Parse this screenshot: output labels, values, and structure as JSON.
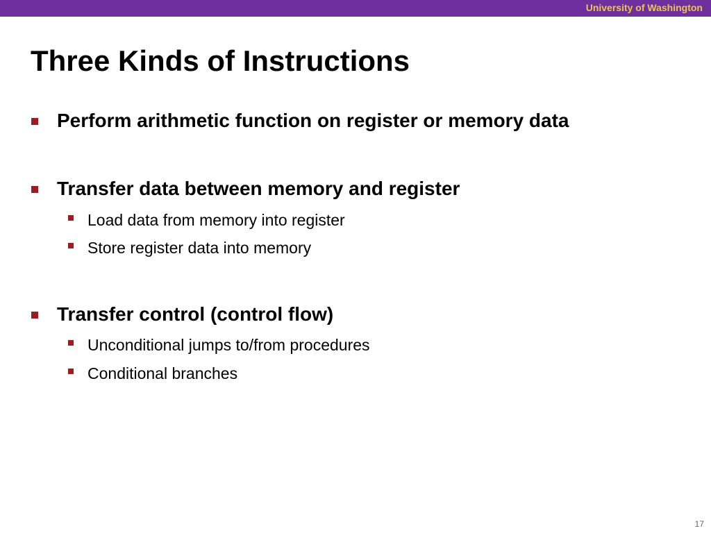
{
  "header": {
    "institution": "University of Washington",
    "bar_color": "#6f2f9f",
    "institution_color": "#e8c84a"
  },
  "slide": {
    "title": "Three Kinds of Instructions",
    "bullet_color": "#9b1c22",
    "items": [
      {
        "text": "Perform arithmetic function on register or memory data",
        "subitems": []
      },
      {
        "text": "Transfer data between memory and register",
        "subitems": [
          "Load data from memory into register",
          "Store register data into memory"
        ]
      },
      {
        "text": "Transfer control (control flow)",
        "subitems": [
          "Unconditional jumps to/from procedures",
          "Conditional branches"
        ]
      }
    ]
  },
  "footer": {
    "page_number": "17"
  }
}
